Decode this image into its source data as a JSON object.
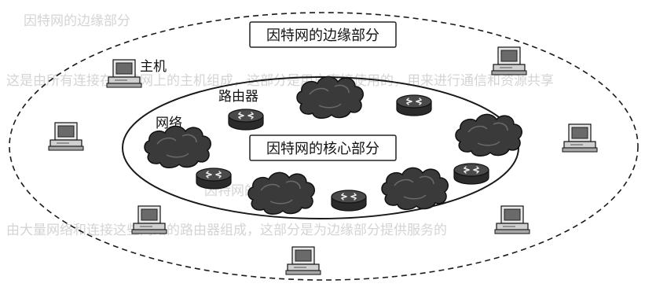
{
  "edge_title": "因特网的边缘部分",
  "core_title": "因特网的核心部分",
  "label_host": "主机",
  "label_router": "路由器",
  "label_network": "网络",
  "colors": {
    "background": "#ffffff",
    "background_text": "#d4d4d4",
    "outline": "#1a1a1a",
    "router_body": "#2b2b2b",
    "router_top": "#4a4a4a",
    "cloud": "#3a3a3a",
    "computer_case": "#e8e8e8",
    "computer_screen": "#6a6a6a"
  },
  "icons": {
    "host": "desktop-computer-icon",
    "router": "router-icon",
    "network": "cloud-icon"
  },
  "background_text": [
    "因特网的边缘部分",
    "这是由所有连接在因特网上的主机组成，这部分是用户直接使用的，用来进行通信和资源共享",
    "因特网的核心部分",
    "由大量网络和连接这些网络的路由器组成，这部分是为边缘部分提供服务的"
  ]
}
